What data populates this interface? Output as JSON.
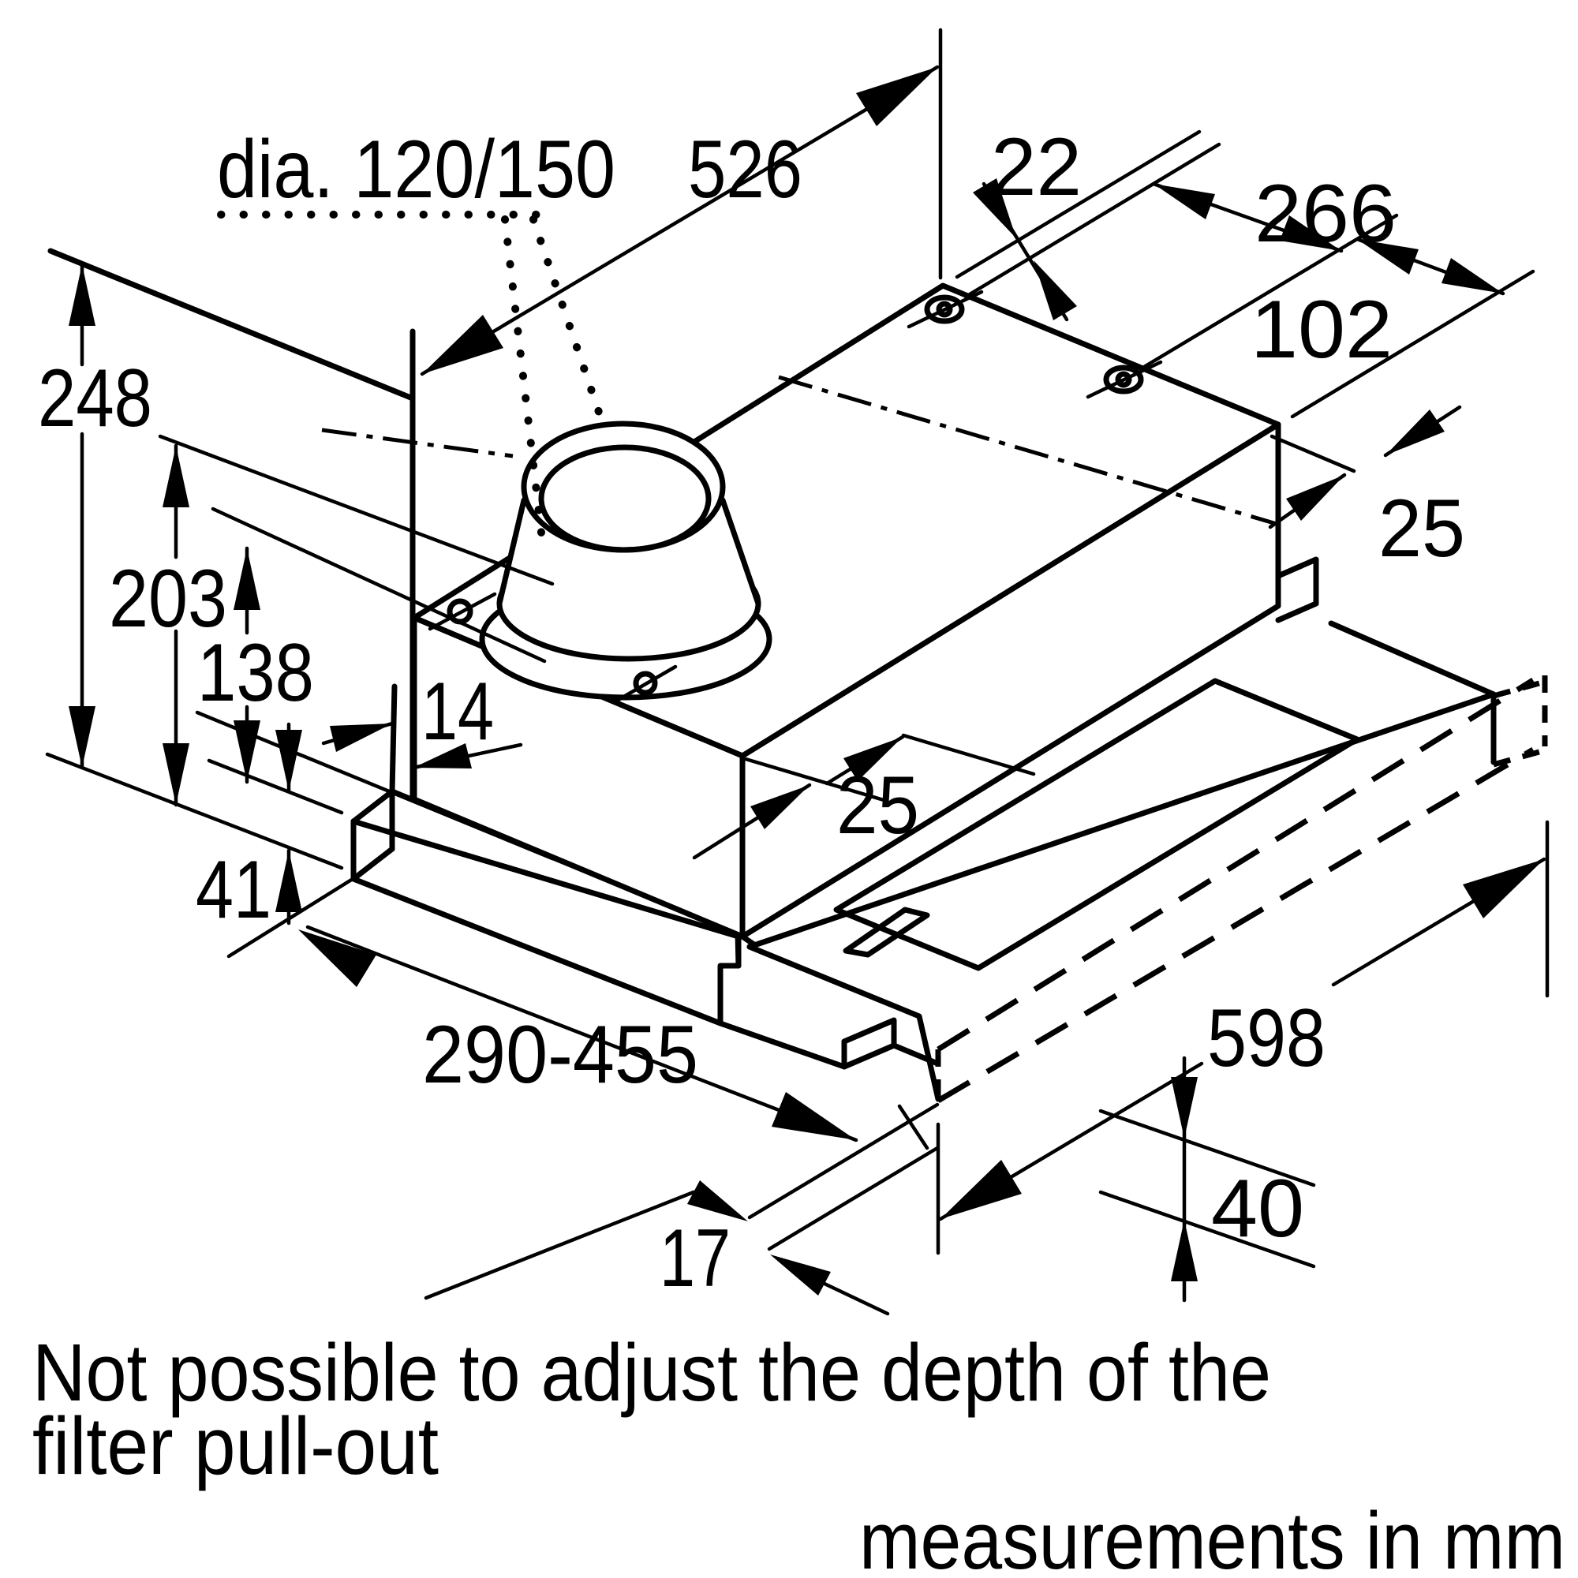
{
  "diagram": {
    "kind": "appliance installation drawing",
    "subject": "telescopic cooker hood with filter pull-out",
    "dimensions": {
      "duct_diameter": "dia. 120/150",
      "total_depth": "526",
      "back_offset": "22",
      "screw_spacing": "266",
      "screw_to_edge": "102",
      "edge_offset_right": "25",
      "height_total": "248",
      "height_with_collar": "203",
      "body_height": "138",
      "wall_gap": "14",
      "front_overhang": "25",
      "fascia_height": "41",
      "pullout_depth_range": "290-455",
      "width": "598",
      "drawer_front_height": "40",
      "panel_thickness": "17"
    },
    "notes": {
      "line1": "Not possible to adjust the depth of the",
      "line2": "filter pull-out",
      "units": "measurements in mm"
    }
  }
}
